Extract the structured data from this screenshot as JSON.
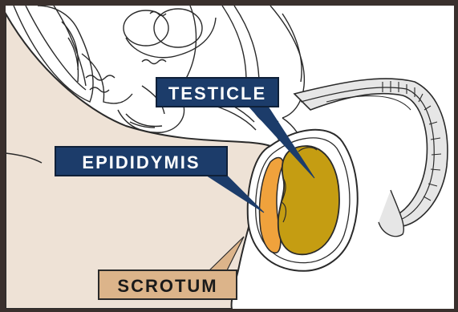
{
  "diagram": {
    "labels": {
      "testicle": "TESTICLE",
      "epididymis": "EPIDIDYMIS",
      "scrotum": "SCROTUM"
    },
    "colors": {
      "skin": "#eee2d6",
      "testicle_fill": "#c59d12",
      "epididymis_fill": "#f0a23c",
      "label_blue": "#1c3c6a",
      "label_tan": "#dcb48a",
      "outline": "#2a2a2a",
      "frame": "#3a302d"
    }
  }
}
